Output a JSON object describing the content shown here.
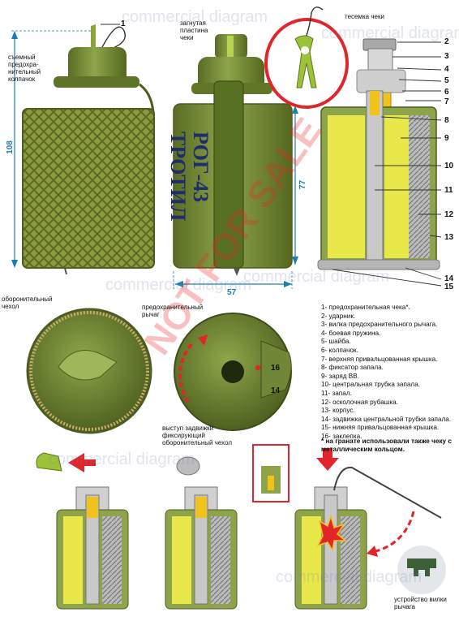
{
  "watermark": {
    "text": "commercial diagram",
    "stamp": "NOT FOR SALE",
    "colors": {
      "watermark": "#7d86aa",
      "stamp": "#e8261f"
    }
  },
  "labels": {
    "removable_cap": "съемный\nпредохра-\nнительный\nколпачок",
    "bent_plate": "загнутая\nпластина\nчеки",
    "pin_cord": "тесемка чеки",
    "safety_lever": "предохранительный\nрычаг",
    "defensive_jacket": "оборонительный\nчехол",
    "latch_tab": "выступ задвижки\nфиксирующий\nоборонительный чехол",
    "fork_device": "устройство вилки\nрычага"
  },
  "body_text": {
    "line1": "РОГ-43",
    "line2": "ТРОТИЛ"
  },
  "dimensions": {
    "height": "108",
    "inner_height": "77",
    "width": "57"
  },
  "callouts": [
    "1",
    "2",
    "3",
    "4",
    "5",
    "6",
    "7",
    "8",
    "9",
    "10",
    "11",
    "12",
    "13",
    "14",
    "15",
    "16"
  ],
  "legend": [
    "1- предохранительная чека*.",
    "2- ударник.",
    "3- вилка предохранительного рычага.",
    "4- боевая пружина.",
    "5- шайба.",
    "6- колпачок.",
    "7- верхняя привальцованная крышка.",
    "8- фиксатор запала.",
    "9- заряд ВВ.",
    "10- центральная трубка запала.",
    "11- запал.",
    "12- осколочная рубашка.",
    "13- корпус.",
    "14- задвижка центральной трубки запала.",
    "15- нижняя привальцованная крышка.",
    "16- заклепка."
  ],
  "footnote": "* на гранате использовали также чеку с металлическим кольцом.",
  "colors": {
    "olive": "#6a7f2e",
    "olive_dark": "#4d5d1f",
    "explosive": "#e8e84a",
    "fuse": "#f2c21c",
    "arrow": "#e0262a",
    "dimension": "#1a7fb0"
  }
}
